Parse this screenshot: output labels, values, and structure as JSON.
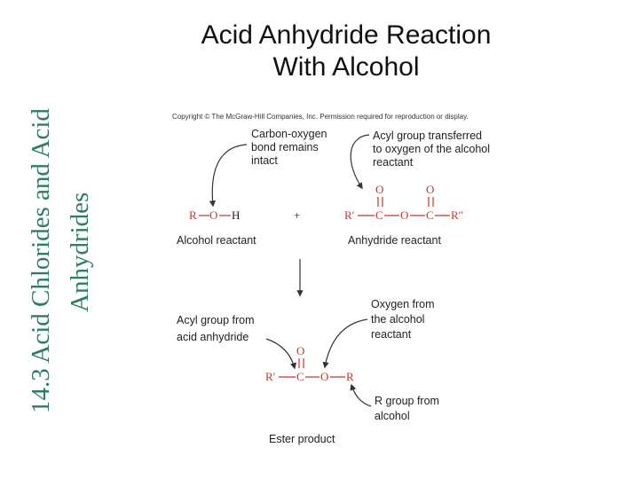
{
  "side_title": {
    "line1": "14.3 Acid Chlorides and Acid",
    "line2": "Anhydrides"
  },
  "title": {
    "line1": "Acid Anhydride Reaction",
    "line2": "With Alcohol"
  },
  "figure": {
    "copyright": "Copyright © The McGraw-Hill Companies, Inc. Permission required for reproduction or display.",
    "note_carbon_oxygen": [
      "Carbon-oxygen",
      "bond remains",
      "intact"
    ],
    "note_acyl_transferred": [
      "Acyl group transferred",
      "to oxygen of the alcohol",
      "reactant"
    ],
    "alcohol": {
      "R": "R",
      "O": "O",
      "H": "H"
    },
    "plus": "+",
    "anhydride": {
      "R1": "R′",
      "C1": "C",
      "O_bridge": "O",
      "C2": "C",
      "R2": "R″",
      "O_carbonyl1": "O",
      "O_carbonyl2": "O"
    },
    "caption_alcohol": "Alcohol reactant",
    "caption_anhydride": "Anhydride reactant",
    "note_acyl_from": [
      "Acyl group from",
      "acid anhydride"
    ],
    "note_oxygen_from": [
      "Oxygen from",
      "the alcohol",
      "reactant"
    ],
    "ester": {
      "R1": "R′",
      "C": "C",
      "O": "O",
      "R": "R",
      "O_carbonyl": "O"
    },
    "note_r_group": [
      "R group from",
      "alcohol"
    ],
    "caption_ester": "Ester product"
  }
}
